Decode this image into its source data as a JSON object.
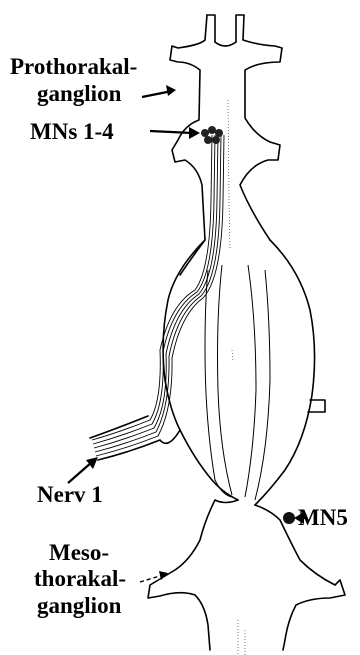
{
  "labels": {
    "prothorakal_line1": "Prothorakal-",
    "prothorakal_line2": "ganglion",
    "mns_1_4": "MNs 1-4",
    "nerv_1": "Nerv 1",
    "mn5": "MN5",
    "meso_line1": "Meso-",
    "meso_line2": "thorakal-",
    "meso_line3": "ganglion"
  }
}
